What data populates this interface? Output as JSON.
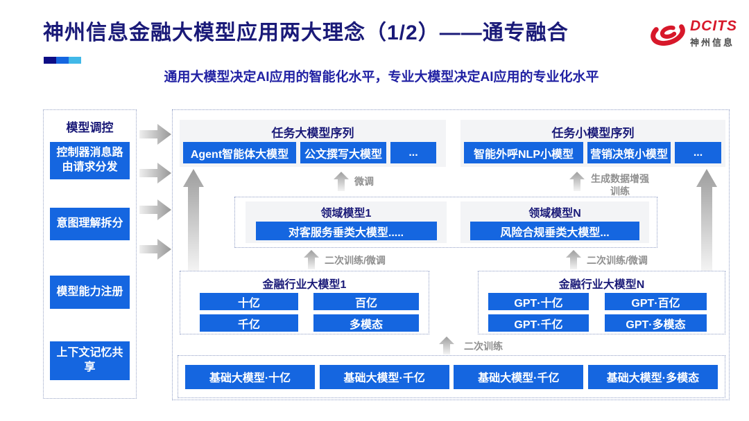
{
  "header": {
    "title": "神州信息金融大模型应用两大理念（1/2）——通专融合",
    "subtitle": "通用大模型决定AI应用的智能化水平，专业大模型决定AI应用的专业化水平",
    "logo": {
      "brand": "DCITS",
      "brand_cn": "神州信息"
    }
  },
  "sidebar": {
    "title": "模型调控",
    "items": [
      {
        "label": "控制器消息路由请求分发"
      },
      {
        "label": "意图理解拆分"
      },
      {
        "label": "模型能力注册"
      },
      {
        "label": "上下文记忆共享"
      }
    ]
  },
  "diagram": {
    "task_large": {
      "title": "任务大模型序列",
      "items": [
        "Agent智能体大模型",
        "公文撰写大模型",
        "..."
      ]
    },
    "task_small": {
      "title": "任务小模型序列",
      "items": [
        "智能外呼NLP小模型",
        "营销决策小模型",
        "..."
      ]
    },
    "arrows": {
      "fine_tune": "微调",
      "augment": "生成数据增强训练",
      "retrain_left": "二次训练/微调",
      "retrain_right": "二次训练/微调",
      "retrain_bottom": "二次训练"
    },
    "domain1": {
      "title": "领域模型1",
      "item": "对客服务垂类大模型....."
    },
    "domainN": {
      "title": "领域模型N",
      "item": "风险合规垂类大模型..."
    },
    "industry1": {
      "title": "金融行业大模型1",
      "items": [
        "十亿",
        "百亿",
        "千亿",
        "多模态"
      ]
    },
    "industryN": {
      "title": "金融行业大模型N",
      "items": [
        "GPT·十亿",
        "GPT·百亿",
        "GPT·千亿",
        "GPT·多模态"
      ]
    },
    "base": {
      "items": [
        "基础大模型·十亿",
        "基础大模型·千亿",
        "基础大模型·千亿",
        "基础大模型·多模态"
      ]
    }
  },
  "colors": {
    "accent_blue": "#1566E0",
    "navy_text": "#1A1A78",
    "logo_red": "#D7182A",
    "bar_segments": [
      "#0D0D85",
      "#1566E0",
      "#41B8E8"
    ]
  }
}
